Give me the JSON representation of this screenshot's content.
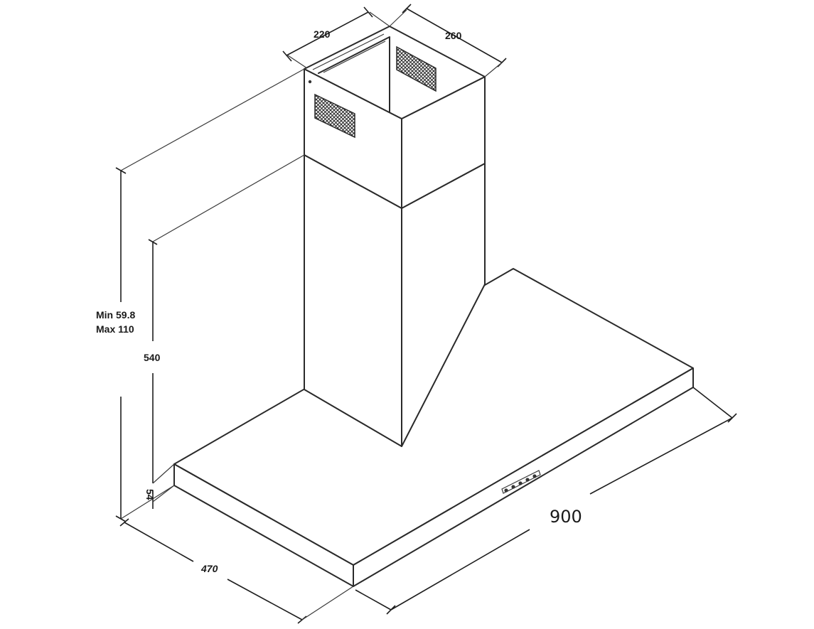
{
  "dimensions": {
    "chimney_width": "220",
    "chimney_depth": "260",
    "total_height_min": "Min 59.8",
    "total_height_max": "Max 110",
    "chimney_height": "540",
    "canopy_height": "54",
    "depth": "470",
    "width": "900"
  }
}
